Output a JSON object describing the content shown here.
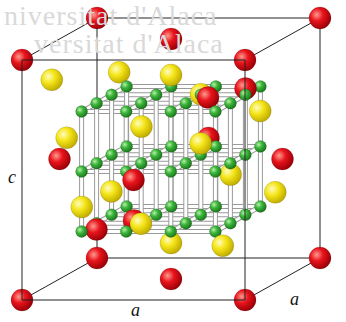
{
  "diagram": {
    "labels": [
      "niversitat d'Alaca",
      "versitat d'Alaca",
      "c",
      "a",
      "a"
    ]
  }
}
